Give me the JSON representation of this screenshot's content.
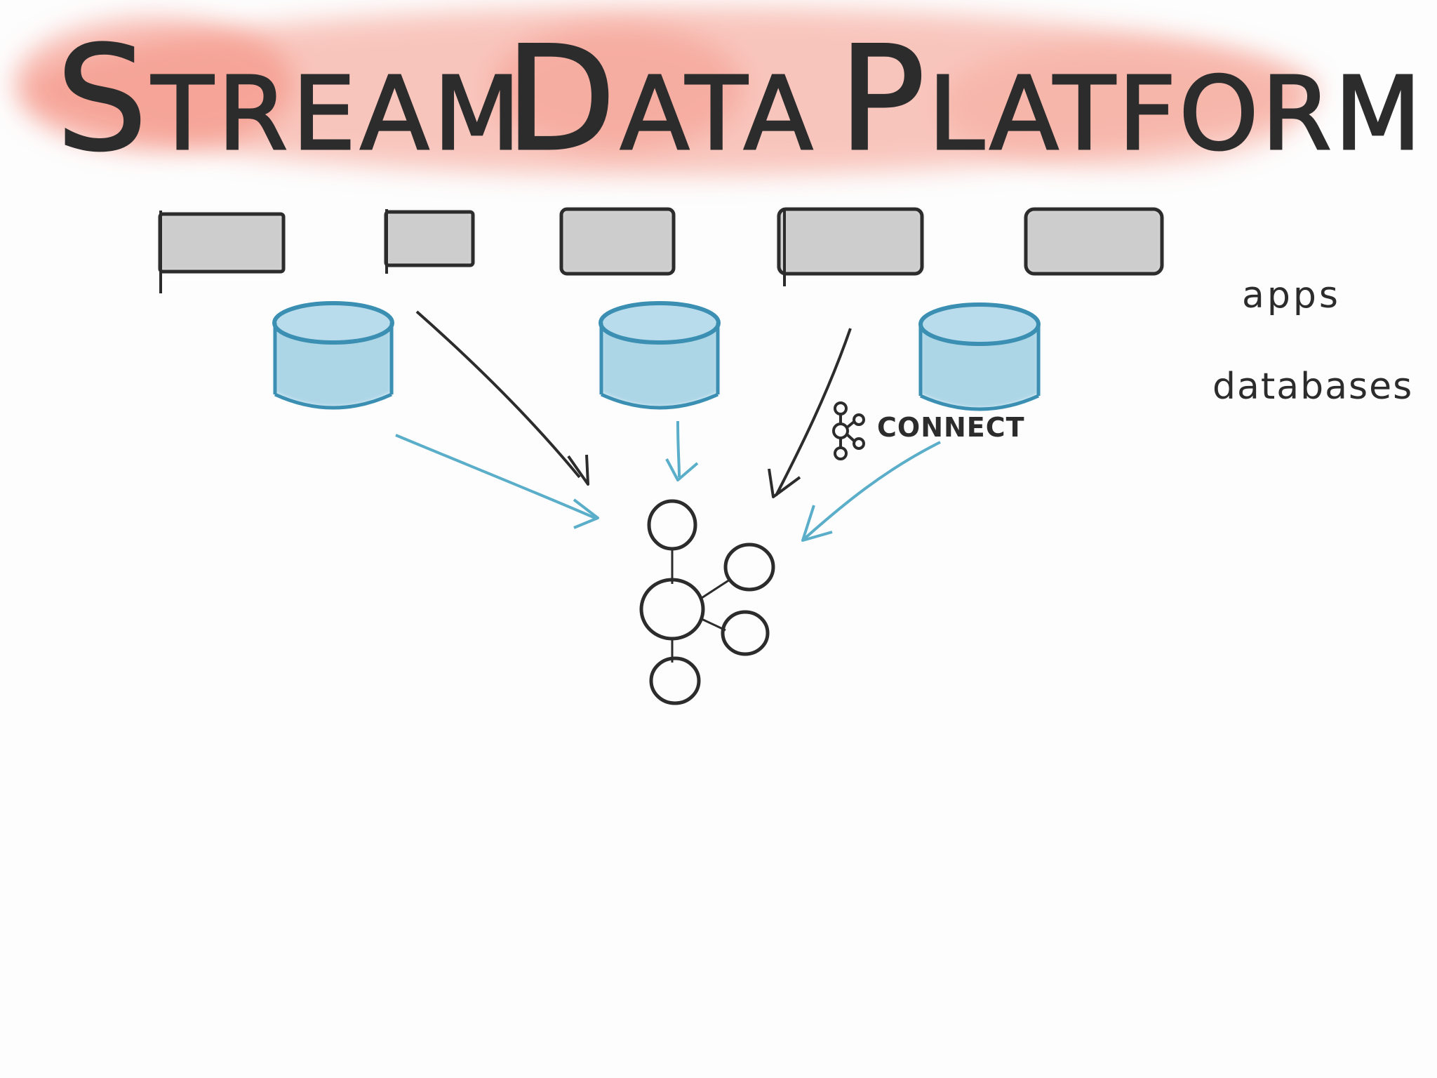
{
  "title": {
    "word1": "Stream",
    "word2": "Data",
    "word3": "Platform"
  },
  "labels": {
    "apps": "apps",
    "databases": "databases",
    "connect": "CONNECT"
  },
  "colors": {
    "title_wash": "#f48a7a",
    "app_fill": "#c8c8c8",
    "db_fill": "#9fcfe3",
    "db_stroke": "#3a8fb2",
    "ink": "#2c2c2c",
    "blue_arrow": "#5aaec9"
  },
  "icons": {
    "kafka_logo": "kafka-logo-icon",
    "cluster": "kafka-cluster-icon"
  },
  "apps_count": 5,
  "databases_count": 3
}
